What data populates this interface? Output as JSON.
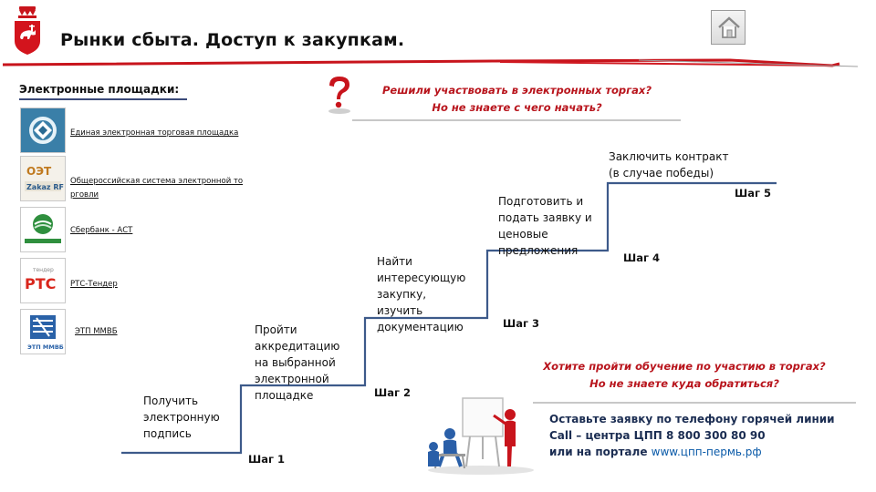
{
  "header": {
    "title": "Рынки сбыта. Доступ к закупкам."
  },
  "colors": {
    "accent_red": "#c8141c",
    "navy": "#3a4a7a",
    "stairs": "#3d5a8a"
  },
  "platforms": {
    "title": "Электронные площадки:",
    "items": [
      {
        "label": "Единая электронная торговая площадка",
        "icon": "roseltorg-logo"
      },
      {
        "label": "Общероссийская система электронной то рговли",
        "icon": "zakazrf-logo"
      },
      {
        "label": "Сбербанк - АСТ",
        "icon": "sberbank-ast-logo"
      },
      {
        "label": "РТС-Тендер",
        "icon": "rts-tender-logo"
      },
      {
        "label": "ЭТП ММВБ",
        "icon": "etp-mmvb-logo"
      }
    ]
  },
  "question1": {
    "line1": "Решили участвовать в электронных торгах?",
    "line2": "Но не знаете с чего начать?"
  },
  "steps": [
    {
      "label": "Шаг 1",
      "text": [
        "Получить",
        "электронную",
        "подпись"
      ]
    },
    {
      "label": "Шаг 2",
      "text": [
        "Пройти",
        "аккредитацию",
        "на выбранной",
        "электронной",
        "площадке"
      ]
    },
    {
      "label": "Шаг 3",
      "text": [
        "Найти",
        "интересующую",
        "закупку,",
        "изучить",
        "документацию"
      ]
    },
    {
      "label": "Шаг 4",
      "text": [
        "Подготовить и",
        "подать заявку и",
        "ценовые",
        "предложения"
      ]
    },
    {
      "label": "Шаг 5",
      "text": [
        "Заключить контракт",
        "(в случае победы)"
      ]
    }
  ],
  "question2": {
    "line1": "Хотите пройти обучение по участию в торгах?",
    "line2": "Но не знаете куда обратиться?"
  },
  "contact": {
    "line1": "Оставьте заявку  по телефону горячей линии",
    "line2": "Call – центра ЦПП 8 800 300 80 90",
    "line3_prefix": "или на портале ",
    "portal": "www.цпп-пермь.рф"
  }
}
